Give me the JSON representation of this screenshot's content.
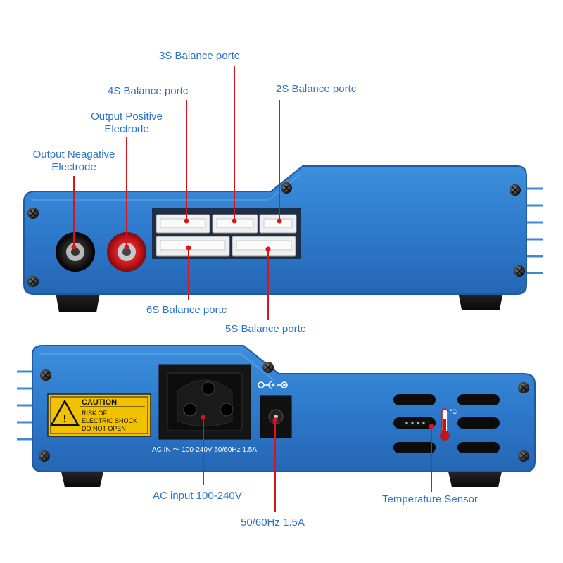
{
  "labels": {
    "balance_3s": "3S Balance portc",
    "balance_4s": "4S Balance portc",
    "balance_2s": "2S Balance portc",
    "balance_6s": "6S Balance portc",
    "balance_5s": "5S Balance portc",
    "output_positive": [
      "Output Positive",
      "Electrode"
    ],
    "output_negative": [
      "Output Neagative",
      "Electrode"
    ],
    "ac_input": "AC input 100-240V",
    "dc_rating": "50/60Hz 1.5A",
    "temperature_sensor": "Temperature Sensor"
  },
  "caution": {
    "title": "CAUTION",
    "lines": [
      "RISK OF",
      "ELECTRIC SHOCK",
      "DO NOT OPEN"
    ]
  },
  "ac_marking": "AC IN ～ 100-240V   50/60Hz   1.5A",
  "temp_symbol": "°C",
  "colors": {
    "label_text": "#2a73c9",
    "leader_line": "#d8141c",
    "chassis_blue": "#2f7fd0",
    "chassis_dark": "#1c5aa3",
    "caution_yellow": "#f2c200"
  }
}
